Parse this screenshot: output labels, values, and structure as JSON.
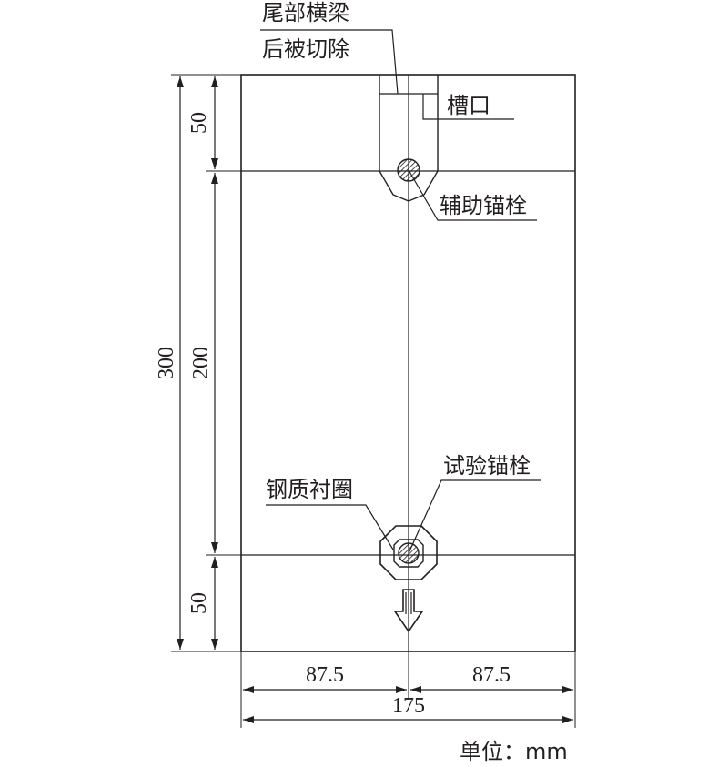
{
  "labels": {
    "tail_beam_line1": "尾部横梁",
    "tail_beam_line2": "后被切除",
    "slot": "槽口",
    "aux_anchor": "辅助锚栓",
    "test_anchor": "试验锚栓",
    "steel_collar": "钢质衬圈",
    "unit": "单位：mm"
  },
  "dimensions": {
    "total_height": "300",
    "top_segment": "50",
    "middle_segment": "200",
    "bottom_segment": "50",
    "half_width_left": "87.5",
    "half_width_right": "87.5",
    "total_width": "175"
  },
  "colors": {
    "line": "#231f20",
    "background": "#ffffff"
  }
}
